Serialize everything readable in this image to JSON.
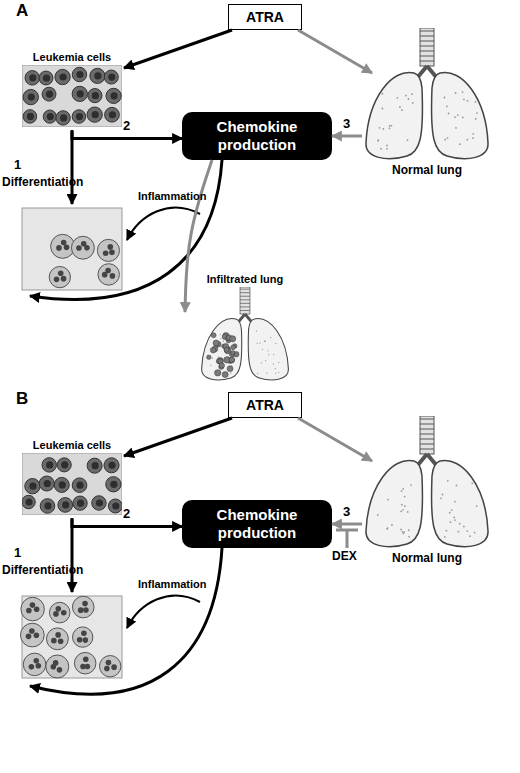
{
  "diagram": {
    "nodes": [
      {
        "text": [
          "ATRA"
        ]
      },
      {
        "text": [
          "Leukemia cells"
        ]
      },
      {
        "text": [
          "Chemokine production"
        ]
      },
      {
        "text": [
          "Normal lung"
        ]
      },
      {
        "text": [
          "Infiltrated lung"
        ]
      },
      {
        "text": [
          "ATRA"
        ]
      },
      {
        "text": [
          "Leukemia cells"
        ]
      },
      {
        "text": [
          "Chemokine production"
        ]
      },
      {
        "text": [
          "Normal lung"
        ]
      }
    ],
    "edges": [
      {
        "from": 0,
        "to": 1,
        "arrow": "to"
      },
      {
        "from": 0,
        "to": 3,
        "arrow": "to"
      },
      {
        "from": 1,
        "to": 2,
        "label": "2",
        "arrow": "to"
      },
      {
        "from": 3,
        "to": 2,
        "label": "3",
        "arrow": "to"
      },
      {
        "from": 2,
        "to": 4,
        "arrow": "to"
      },
      {
        "from": 5,
        "to": 6,
        "arrow": "to"
      },
      {
        "from": 5,
        "to": 8,
        "arrow": "to"
      },
      {
        "from": 6,
        "to": 7,
        "label": "2",
        "arrow": "to"
      },
      {
        "from": 8,
        "to": 7,
        "label": "3",
        "arrow": "to"
      }
    ],
    "labels": [
      "A",
      "1",
      "Differentiation",
      "Inflammation",
      "B",
      "1",
      "Differentiation",
      "Inflammation",
      "DEX"
    ]
  }
}
